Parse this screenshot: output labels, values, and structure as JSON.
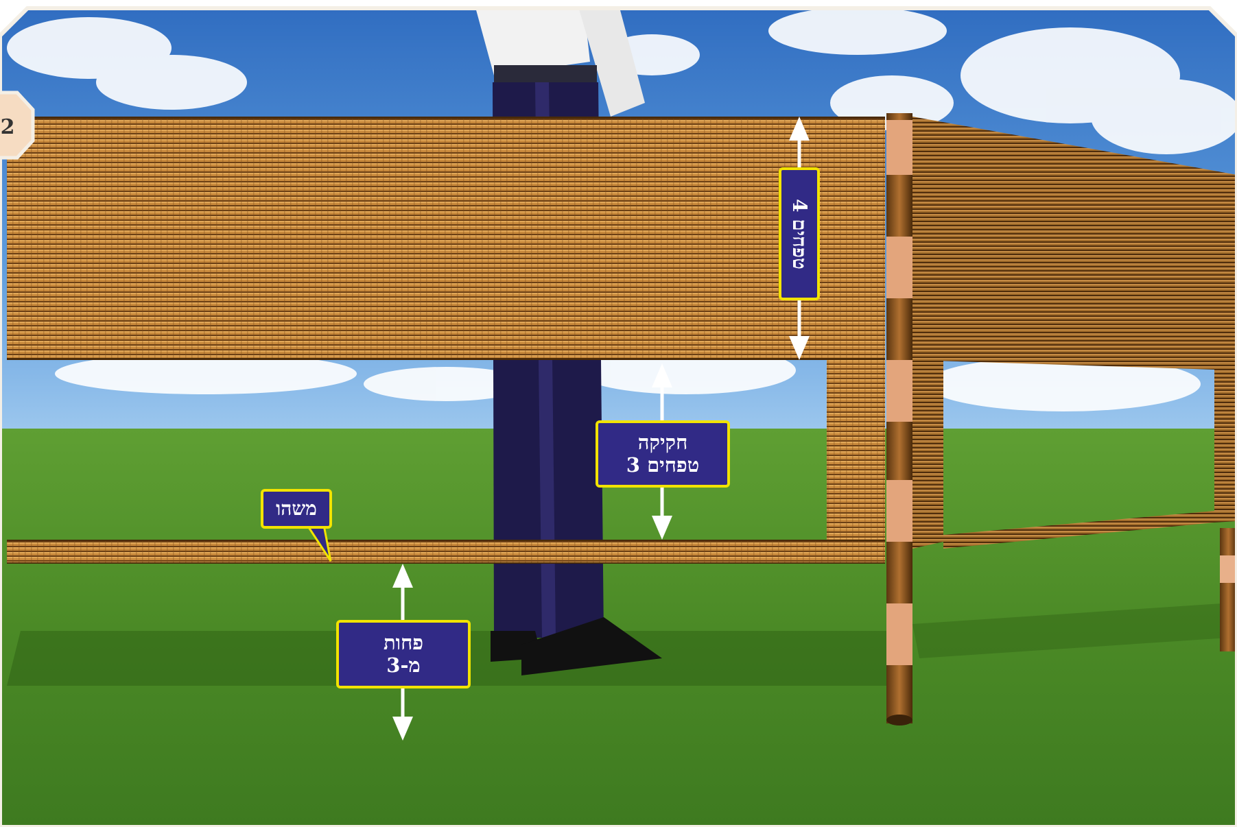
{
  "page_number": "2",
  "labels": {
    "top_band_height": "4 טפחים",
    "gap_label": {
      "line1": "חקיקה",
      "line2": "3 טפחים"
    },
    "small_rod": "משהו",
    "ground_gap": {
      "line1": "פחות",
      "line2": "מ-3"
    }
  },
  "colors": {
    "label_bg": "#312a86",
    "label_border": "#f2e300",
    "reed": "#c8893c",
    "reed_dark": "#5a3510",
    "sky": "#3f7fcc",
    "grass": "#4f8f2a"
  }
}
